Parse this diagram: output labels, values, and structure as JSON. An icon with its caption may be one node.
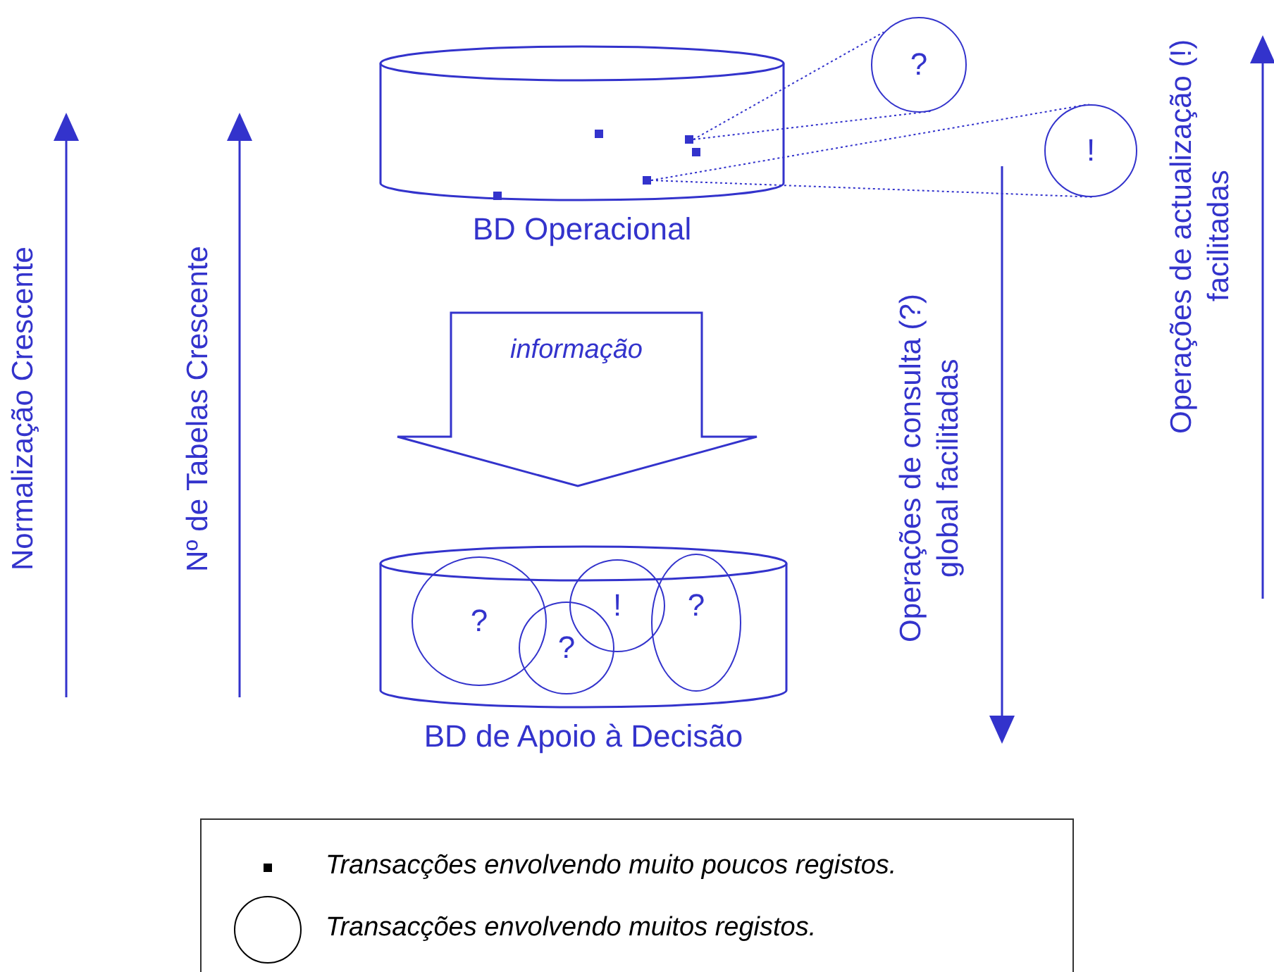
{
  "diagram": {
    "nodes": [
      {
        "text": [
          "BD Operacional"
        ]
      },
      {
        "text": [
          "?"
        ]
      },
      {
        "text": [
          "!"
        ]
      },
      {
        "text": [],
        "shape": "box",
        "in": 0
      },
      {
        "text": [],
        "shape": "box",
        "in": 0
      },
      {
        "text": [],
        "shape": "box",
        "in": 0
      },
      {
        "text": [],
        "shape": "box",
        "in": 0
      },
      {
        "text": [],
        "shape": "box",
        "in": 0
      },
      {
        "text": [
          "informação"
        ]
      },
      {
        "text": [
          "BD de Apoio à Decisão"
        ]
      },
      {
        "text": [
          "?"
        ],
        "in": 9
      },
      {
        "text": [
          "?"
        ],
        "in": 9
      },
      {
        "text": [
          "!"
        ],
        "in": 9
      },
      {
        "text": [
          "?"
        ],
        "in": 9
      }
    ],
    "edges": [
      {
        "from": 6,
        "to": 1,
        "arrow": "none",
        "style": "dashed"
      },
      {
        "from": 5,
        "to": 2,
        "arrow": "none",
        "style": "dashed"
      }
    ],
    "labels": [
      "Normalização Crescente",
      "Nº de Tabelas Crescente",
      "Operações de consulta (?) global facilitadas",
      "Operações de actualização (!) facilitadas"
    ],
    "legend": [
      {
        "text": "Transacções envolvendo muito poucos registos."
      },
      {
        "text": "Transacções envolvendo muitos registos."
      }
    ]
  }
}
